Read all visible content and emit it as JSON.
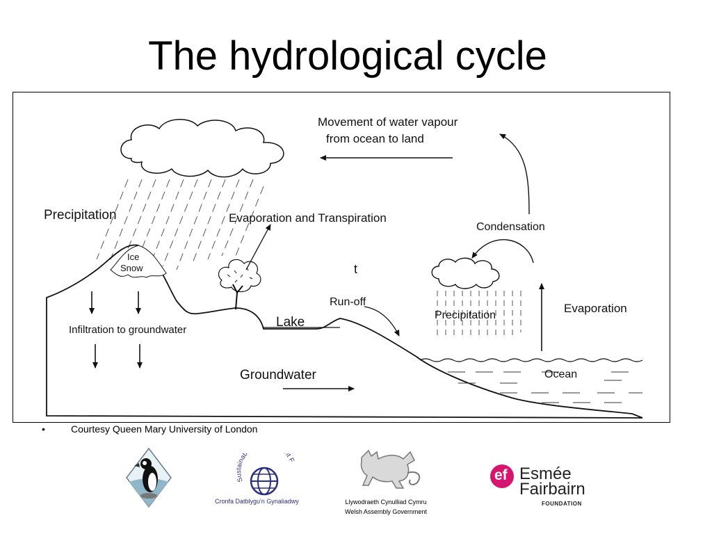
{
  "title": "The hydrological cycle",
  "diagram": {
    "labels": {
      "movement_line1": "Movement of water vapour",
      "movement_line2": "from ocean to land",
      "precipitation_left": "Precipitation",
      "evapotranspiration": "Evaporation and Transpiration",
      "condensation": "Condensation",
      "ice": "Ice",
      "snow": "Snow",
      "stray_t": "t",
      "precipitation_right": "Precipitation",
      "evaporation": "Evaporation",
      "runoff": "Run-off",
      "lake": "Lake",
      "infiltration": "Infiltration to groundwater",
      "groundwater": "Groundwater",
      "ocean": "Ocean"
    }
  },
  "credit": {
    "bullet": "•",
    "text": "Courtesy Queen Mary University of London"
  },
  "logos": {
    "sdf_top": "Sustainable Development Fund",
    "sdf_bottom": "Cronfa Datblygu'n Gynaliadwy",
    "wag_line1": "Llywodraeth Cynulliad Cymru",
    "wag_line2": "Welsh Assembly Government",
    "ef_mark": "ef",
    "ef_name1": "Esmée",
    "ef_name2": "Fairbairn",
    "ef_foundation": "FOUNDATION"
  },
  "colors": {
    "ef_pink": "#d6156f",
    "sdf_navy": "#2b2f7f",
    "diagram_line": "#111111"
  }
}
